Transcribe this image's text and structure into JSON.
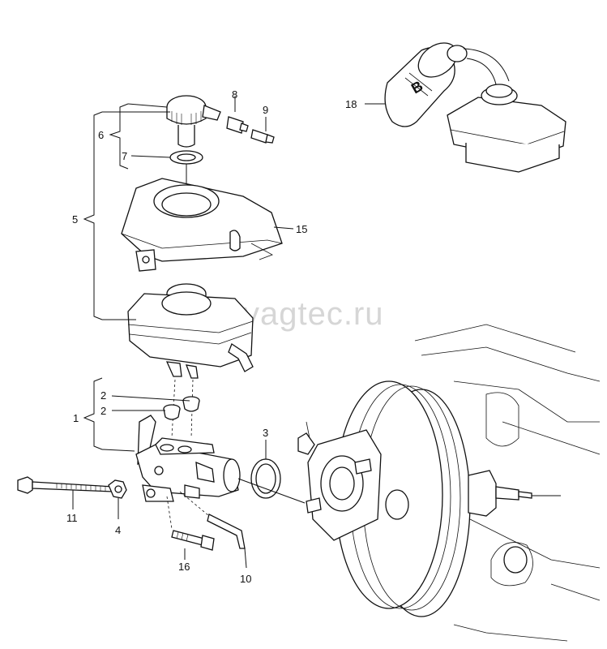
{
  "watermark": "vagtec.ru",
  "callouts": {
    "c1": "1",
    "c2a": "2",
    "c2b": "2",
    "c3": "3",
    "c4": "4",
    "c5": "5",
    "c6": "6",
    "c7": "7",
    "c8": "8",
    "c9": "9",
    "c10": "10",
    "c11": "11",
    "c15": "15",
    "c16": "16",
    "c18": "18"
  },
  "bottle_mark": "B"
}
